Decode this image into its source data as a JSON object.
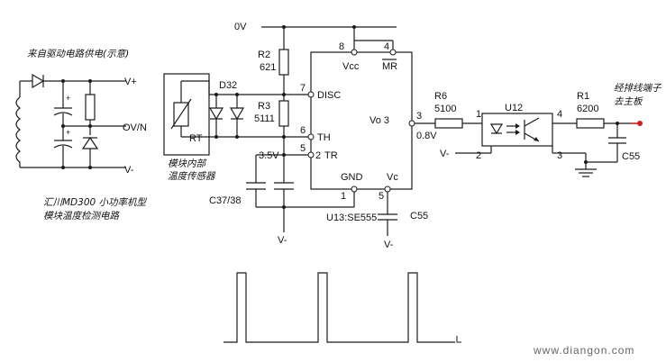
{
  "captions": {
    "drive_supply": "来自驱动电路供电(示意)",
    "module_title_1": "汇川MD300 小功率机型",
    "module_title_2": "模块温度检测电路",
    "sensor_1": "模块内部",
    "sensor_2": "温度传感器",
    "output_1": "经排线端子",
    "output_2": "去主板"
  },
  "nets": {
    "vplus": "V+",
    "ov_n": "OV/N",
    "vminus_left": "V-",
    "ov_top": "0V",
    "v35": "3.5V",
    "v08": "0.8V",
    "vminus_opto": "V-",
    "vminus_c37": "V-",
    "vminus_c55": "V-"
  },
  "components": {
    "r2_ref": "R2",
    "r2_val": "621",
    "r3_ref": "R3",
    "r3_val": "5111",
    "r6_ref": "R6",
    "r6_val": "5100",
    "r1_ref": "R1",
    "r1_val": "6200",
    "d32": "D32",
    "rt": "RT",
    "c37": "C37/38",
    "c55": "C55",
    "c55_out": "C55",
    "u12": "U12",
    "u13": "U13:SE555"
  },
  "ic_pins": {
    "disc": "DISC",
    "disc_n": "7",
    "th": "TH",
    "th_n": "6",
    "tr": "TR",
    "tr_n": "2",
    "th_tr_n": "5",
    "vcc": "Vcc",
    "vcc_n": "8",
    "mr": "MR",
    "mr_n": "4",
    "gnd": "GND",
    "gnd_n": "1",
    "vc": "Vc",
    "vc_n": "5",
    "vo": "Vo 3",
    "out_n": "3"
  },
  "opto_pins": {
    "p1": "1",
    "p2": "2",
    "p3": "3",
    "p4": "4"
  },
  "watermark": "www.diangon.com"
}
